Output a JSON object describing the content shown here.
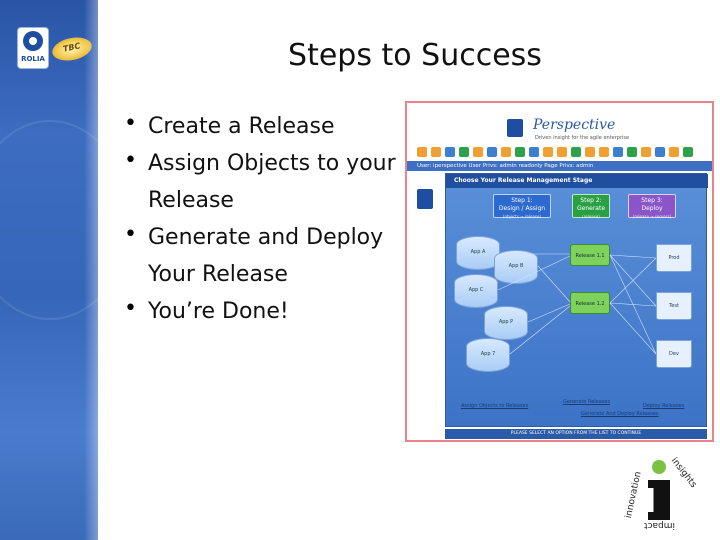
{
  "slide": {
    "title": "Steps to Success",
    "bullets": [
      {
        "text": "Create a Release"
      },
      {
        "text": "Assign Objects to your"
      },
      {
        "text": "Release",
        "continuation": true
      },
      {
        "text": "Generate and Deploy"
      },
      {
        "text": "Your Release",
        "continuation": true
      },
      {
        "text": "You’re Done!"
      }
    ],
    "bullet_glyph": "•"
  },
  "branding": {
    "left_logo_text": "ROLIA",
    "tbc_logo_text": "TBC",
    "insights_logo": {
      "top_word": "insights",
      "left_word": "innovation",
      "bottom_word": "impact",
      "accent_color": "#7cc242"
    }
  },
  "screenshot": {
    "brand": "Perspective",
    "tagline": "Driven insight for the agile enterprise",
    "userbar": "User: iperspective   User Privs: admin   readonly   Page Privs: admin",
    "panel_title": "Choose Your Release Management Stage",
    "logo_text": "ROLIA",
    "steps": [
      {
        "label": "Step 1:",
        "name": "Design / Assign",
        "sub": "(objects → release)"
      },
      {
        "label": "Step 2:",
        "name": "Generate",
        "sub": "(release)"
      },
      {
        "label": "Step 3:",
        "name": "Deploy",
        "sub": "(release → servers)"
      }
    ],
    "apps": [
      "App A",
      "App B",
      "App C",
      "App P",
      "App 7"
    ],
    "releases": [
      "Release 1.1",
      "Release 1.2"
    ],
    "environments": [
      "Prod",
      "Test",
      "Dev"
    ],
    "links": {
      "assign": "Assign Objects to Releases",
      "generate": "Generate Releases",
      "deploy": "Deploy Releases",
      "generate_deploy": "Generate And Deploy Releases"
    },
    "footer": "PLEASE SELECT AN OPTION FROM THE LIST TO CONTINUE"
  },
  "colors": {
    "band_blue": "#3666b8",
    "frame_border": "#e8848c",
    "panel_blue": "#3d73c6",
    "step_blue": "#2d6ad0",
    "step_green": "#2aa045",
    "step_purple": "#8a55c8"
  }
}
